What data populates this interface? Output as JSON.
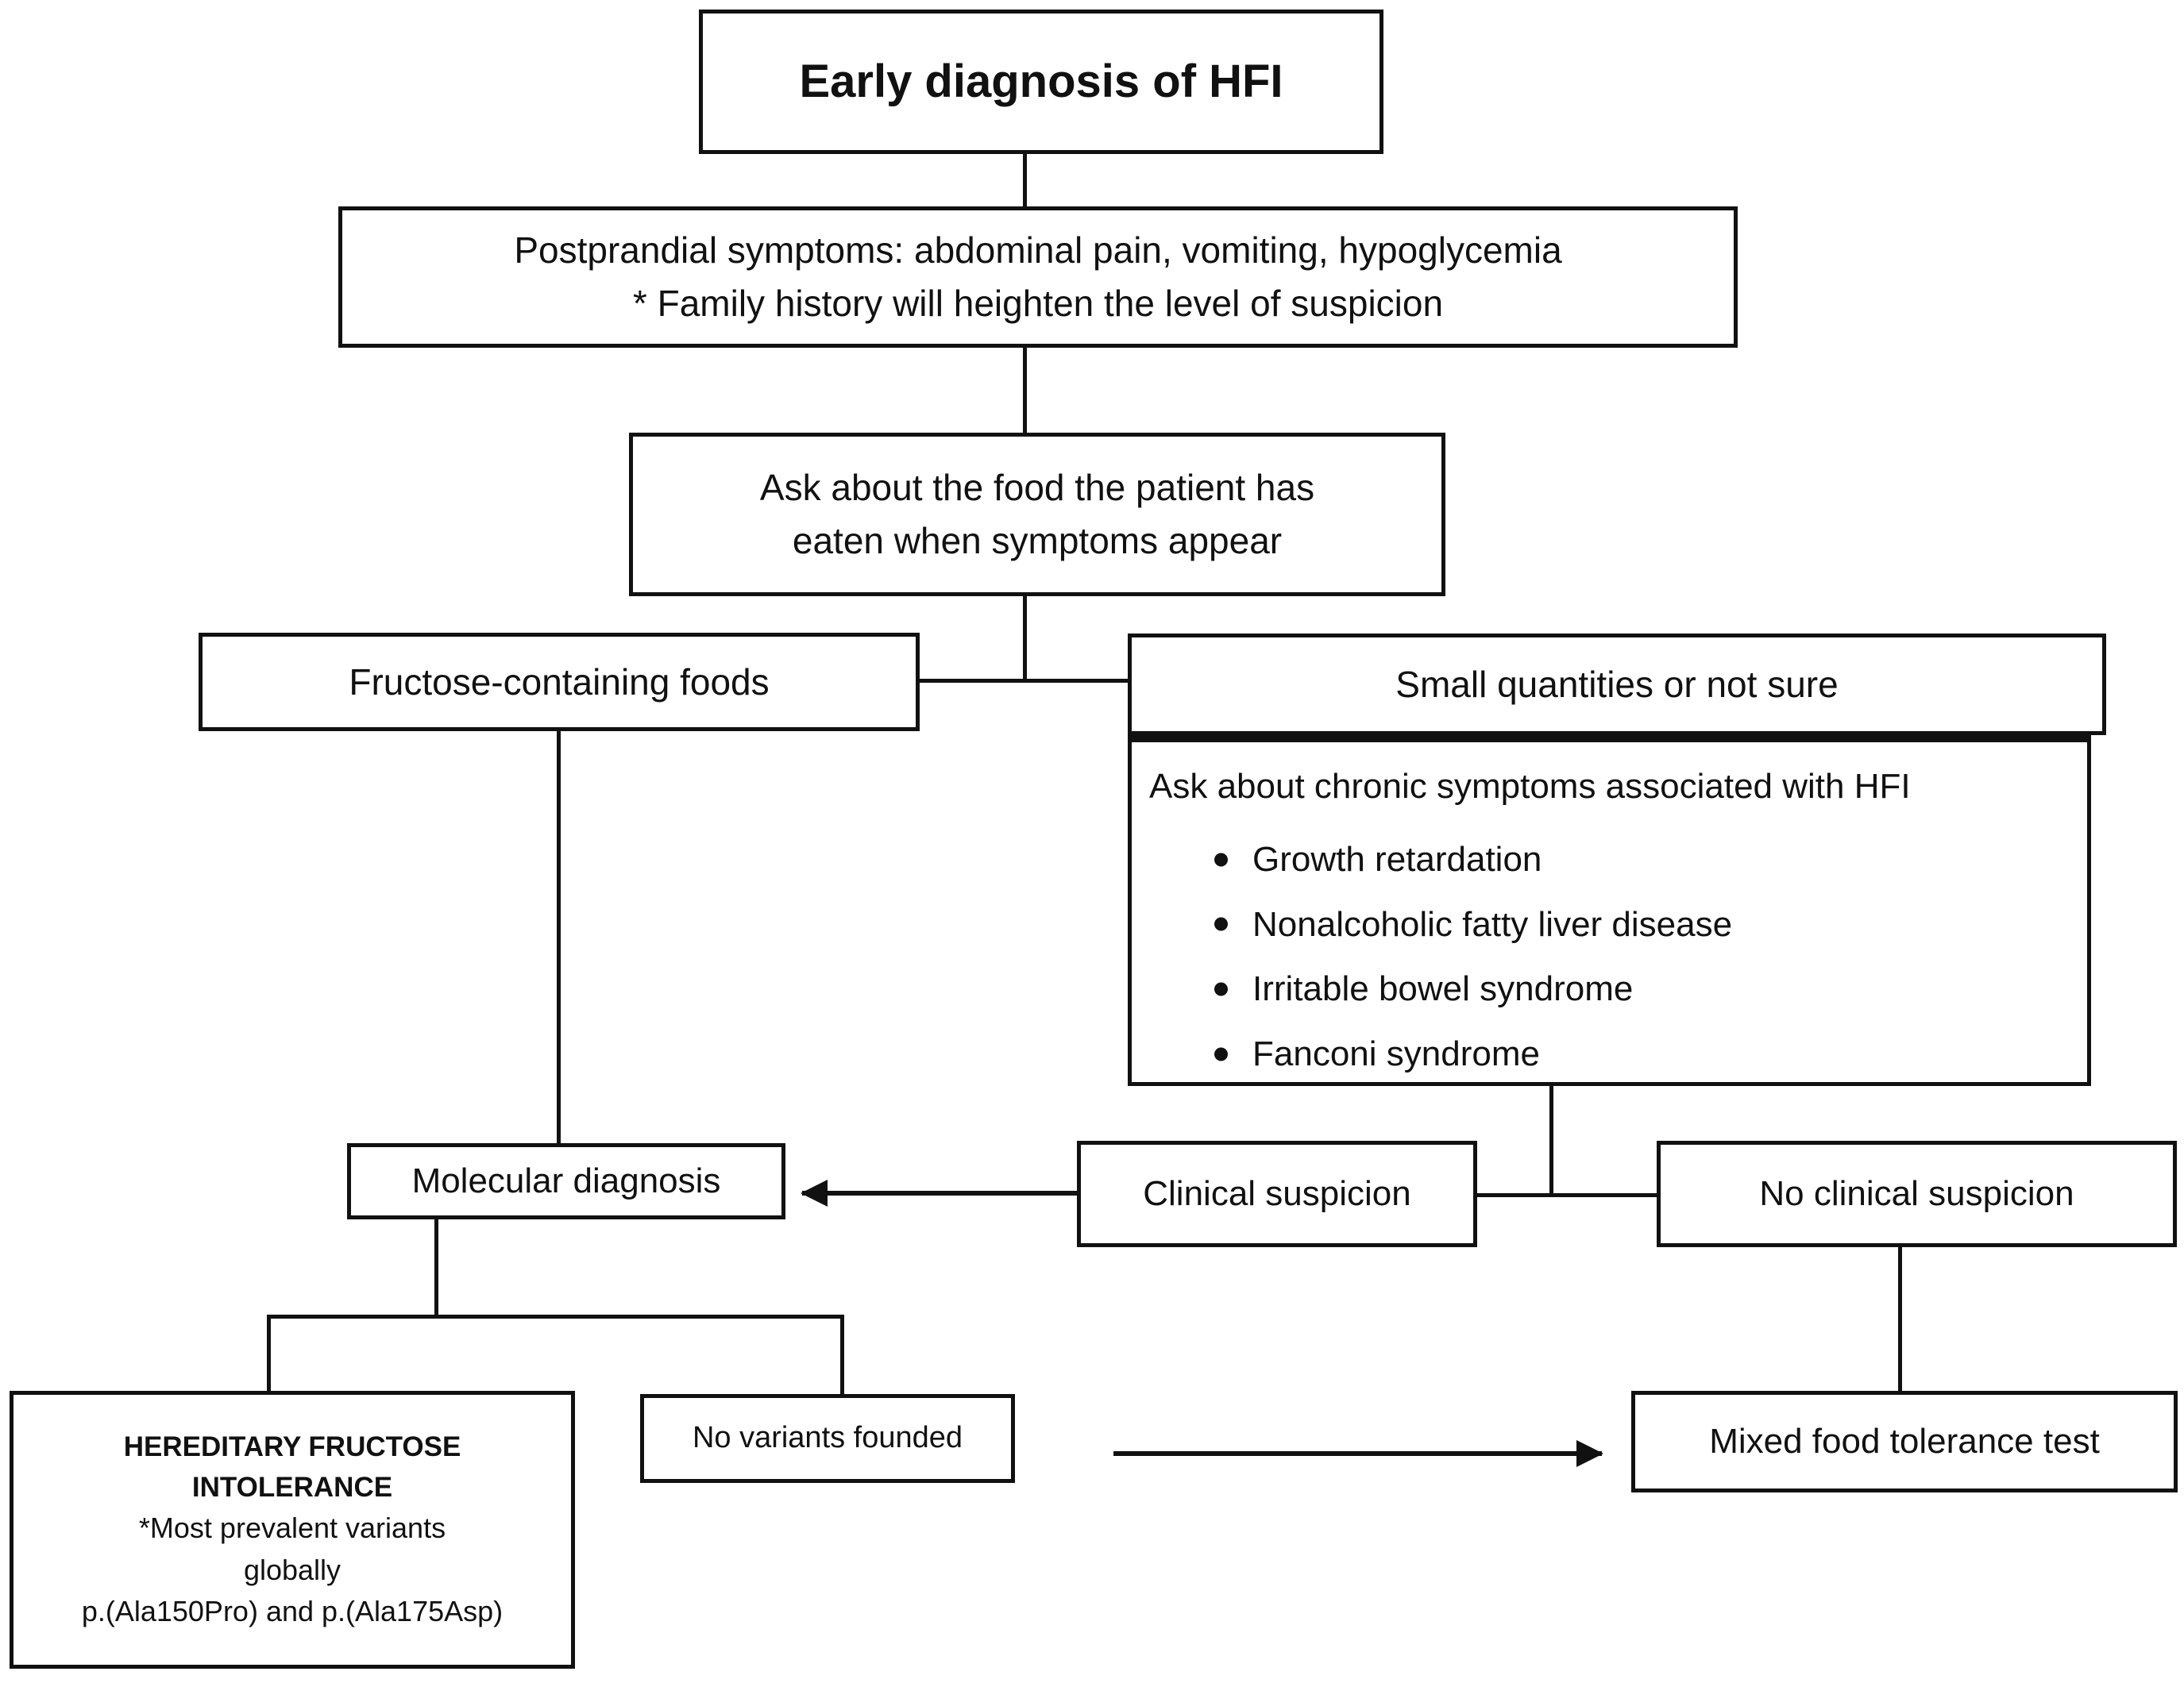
{
  "diagram": {
    "title": "Early diagnosis of HFI",
    "nodes": {
      "title": "Early diagnosis of HFI",
      "symptoms_line1": "Postprandial symptoms: abdominal pain, vomiting, hypoglycemia",
      "symptoms_line2": "* Family history will heighten the level of suspicion",
      "ask_food_line1": "Ask about the food the patient has",
      "ask_food_line2": "eaten when symptoms appear",
      "fructose_foods": "Fructose-containing foods",
      "small_quantities": "Small quantities or not sure",
      "chronic_heading": "Ask about chronic symptoms associated with HFI",
      "chronic_symptoms": [
        "Growth retardation",
        "Nonalcoholic fatty liver disease",
        "Irritable bowel syndrome",
        "Fanconi syndrome"
      ],
      "molecular_diagnosis": "Molecular diagnosis",
      "clinical_suspicion": "Clinical suspicion",
      "no_clinical_suspicion": "No clinical suspicion",
      "hfi_line1": "HEREDITARY FRUCTOSE",
      "hfi_line2": "INTOLERANCE",
      "hfi_line3": "*Most prevalent variants",
      "hfi_line4": "globally",
      "hfi_line5": "p.(Ala150Pro) and p.(Ala175Asp)",
      "no_variants": "No variants founded",
      "mixed_food_test": "Mixed food tolerance test"
    },
    "colors": {
      "stroke": "#111111",
      "background": "#ffffff"
    }
  }
}
